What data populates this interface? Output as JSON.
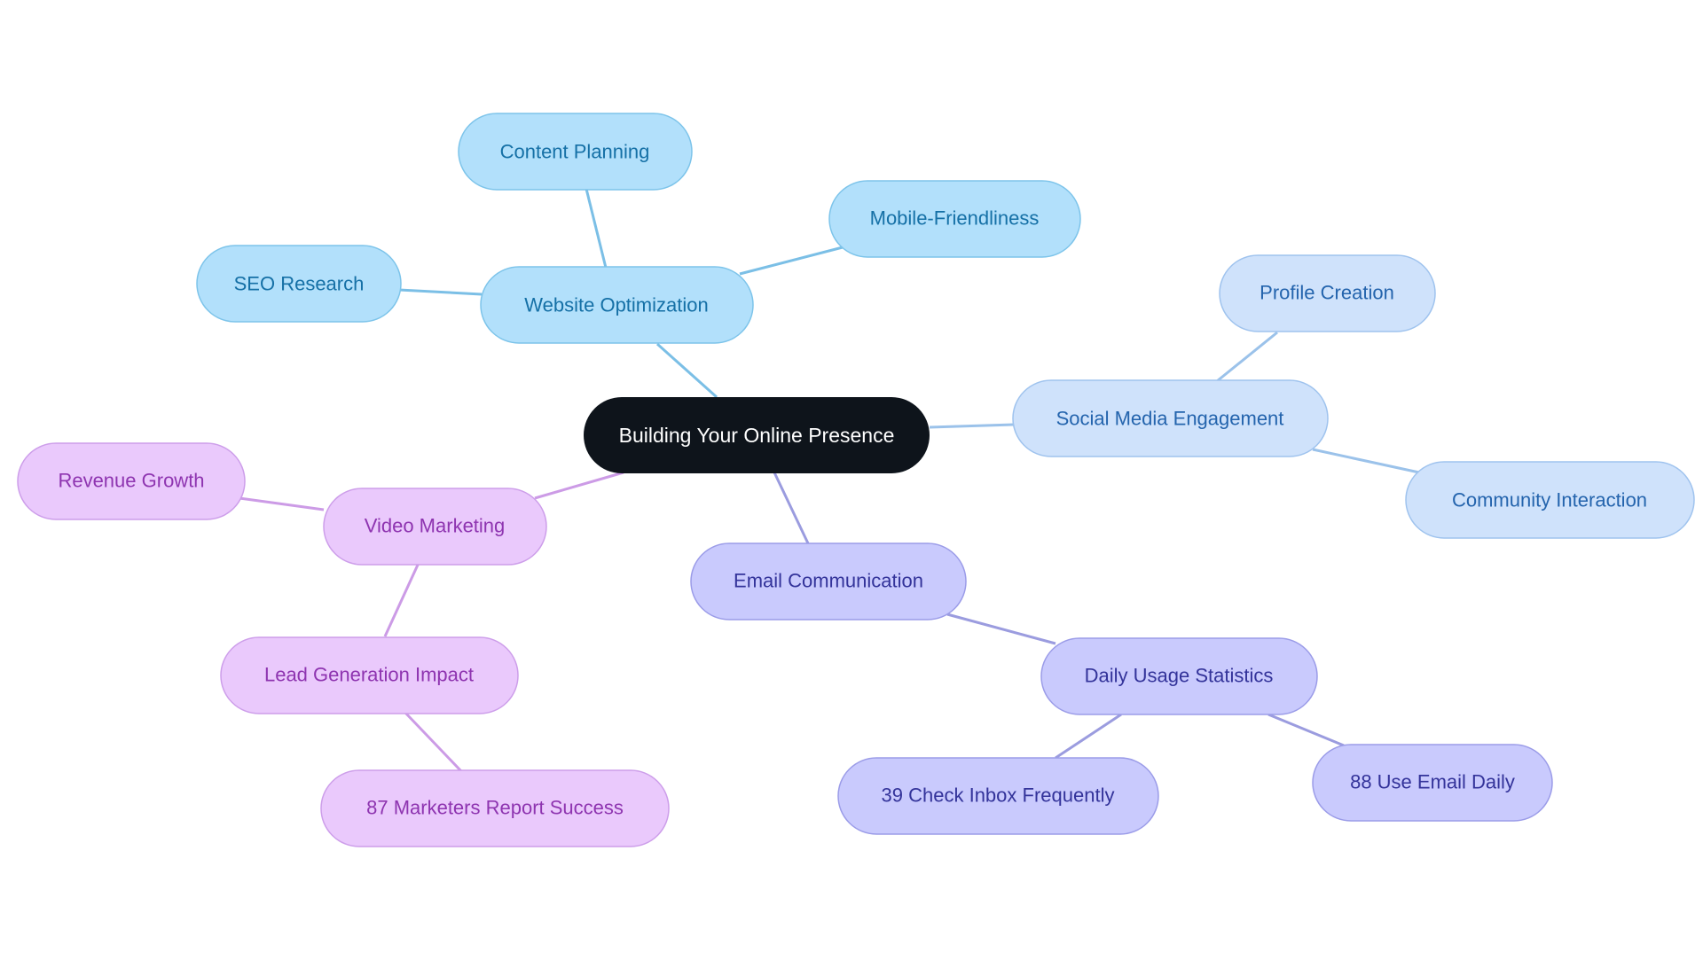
{
  "colors": {
    "root_fill": "#0e141b",
    "root_text": "#ffffff",
    "website_fill": "#b2e0fb",
    "website_stroke": "#7dc4ea",
    "website_text": "#1570a6",
    "website_edge": "#7bbfe6",
    "social_fill": "#cfe2fb",
    "social_stroke": "#9fc3ee",
    "social_text": "#2464ad",
    "social_edge": "#9bc2ea",
    "email_fill": "#c9cafd",
    "email_stroke": "#9b9ce8",
    "email_text": "#33339a",
    "email_edge": "#9b9cdf",
    "video_fill": "#eac9fc",
    "video_stroke": "#cd9eea",
    "video_text": "#8e34b0",
    "video_edge": "#cc9be6"
  },
  "mindmap": {
    "root": {
      "label": "Building Your Online Presence"
    },
    "website": {
      "label": "Website Optimization",
      "children": [
        "Content Planning",
        "Mobile-Friendliness",
        "SEO Research"
      ]
    },
    "social": {
      "label": "Social Media Engagement",
      "children": [
        "Profile Creation",
        "Community Interaction"
      ]
    },
    "email": {
      "label": "Email Communication",
      "stats": {
        "label": "Daily Usage Statistics",
        "children": [
          "39 Check Inbox Frequently",
          "88 Use Email Daily"
        ]
      }
    },
    "video": {
      "label": "Video Marketing",
      "children": [
        "Revenue Growth"
      ],
      "lead": {
        "label": "Lead Generation Impact",
        "children": [
          "87 Marketers Report Success"
        ]
      }
    }
  }
}
